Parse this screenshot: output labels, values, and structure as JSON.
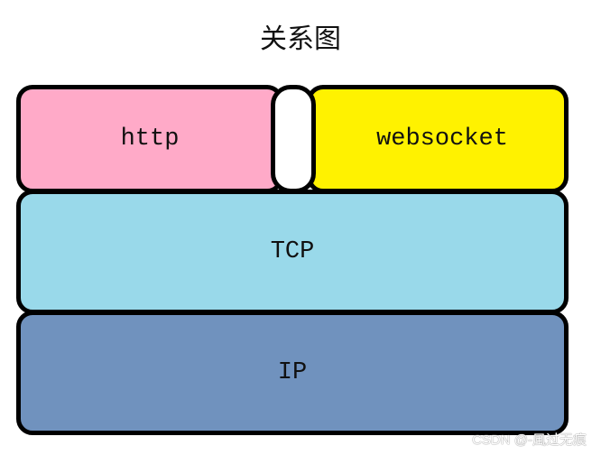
{
  "title": "关系图",
  "layers": {
    "http": {
      "label": "http",
      "color": "#FFAAC8"
    },
    "websocket": {
      "label": "websocket",
      "color": "#FFF200"
    },
    "tcp": {
      "label": "TCP",
      "color": "#99D9EA"
    },
    "ip": {
      "label": "IP",
      "color": "#7092BE"
    }
  },
  "watermark": "CSDN @-風过无痕"
}
